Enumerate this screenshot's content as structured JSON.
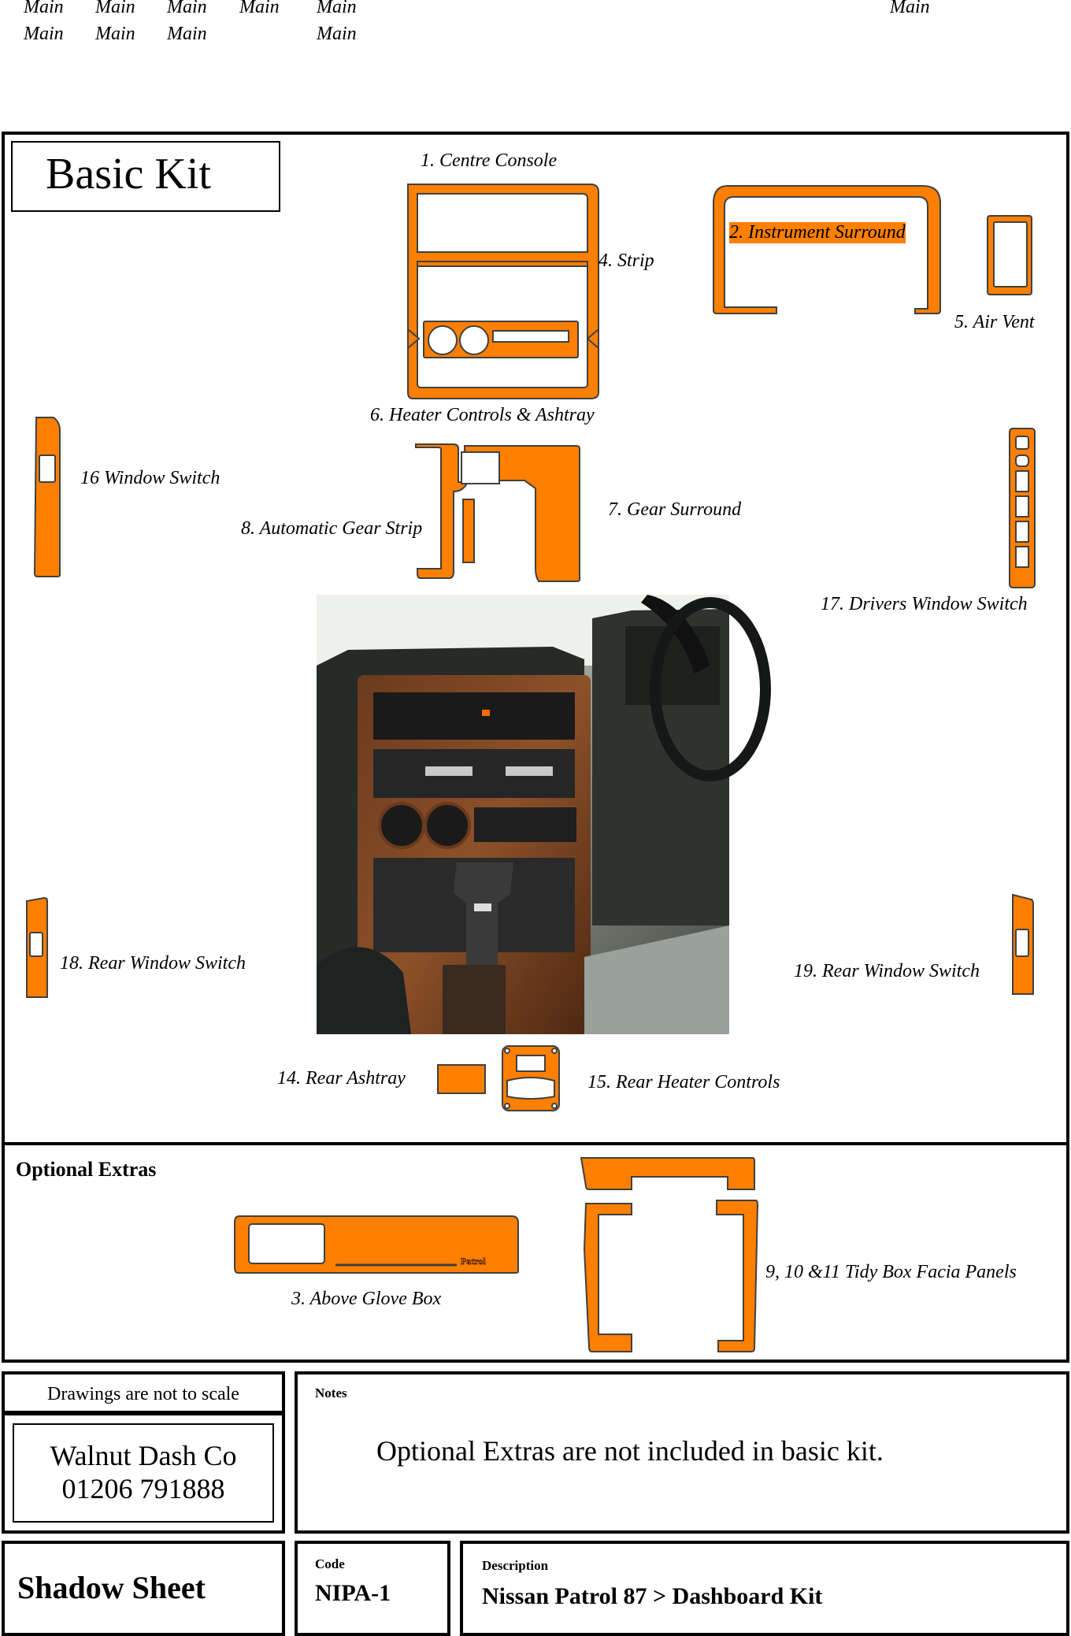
{
  "nav": {
    "links": [
      "Main",
      "Main",
      "Main",
      "Main",
      "Main",
      "Main",
      "Main",
      "Main",
      "Main",
      "Main"
    ]
  },
  "basic_kit": {
    "title": "Basic Kit",
    "parts": {
      "centre_console": "1. Centre Console",
      "instrument_surround": "2. Instrument Surround",
      "strip": "4. Strip",
      "air_vent": "5. Air Vent",
      "heater_controls": "6. Heater Controls & Ashtray",
      "window_switch_16": "16 Window Switch",
      "gear_surround": "7. Gear Surround",
      "auto_gear_strip": "8. Automatic Gear Strip",
      "drivers_window_switch": "17. Drivers Window Switch",
      "rear_window_switch_18": "18. Rear Window Switch",
      "rear_window_switch_19": "19. Rear Window Switch",
      "rear_ashtray": "14. Rear Ashtray",
      "rear_heater_controls": "15. Rear Heater Controls"
    }
  },
  "optional_extras": {
    "title": "Optional Extras",
    "glove_box": "3. Above Glove Box",
    "glove_box_badge": "Patrol",
    "tidy_box": "9, 10 &11 Tidy Box Facia Panels"
  },
  "footer": {
    "scale_note": "Drawings are not to scale",
    "company": "Walnut Dash Co",
    "phone": "01206 791888",
    "notes_heading": "Notes",
    "notes_text": "Optional Extras are not included in basic kit.",
    "sheet_title": "Shadow Sheet",
    "code_heading": "Code",
    "code": "NIPA-1",
    "description_heading": "Description",
    "description": "Nissan Patrol 87 > Dashboard Kit"
  },
  "colors": {
    "part_fill": "#ff7f00",
    "outline": "#000000"
  }
}
